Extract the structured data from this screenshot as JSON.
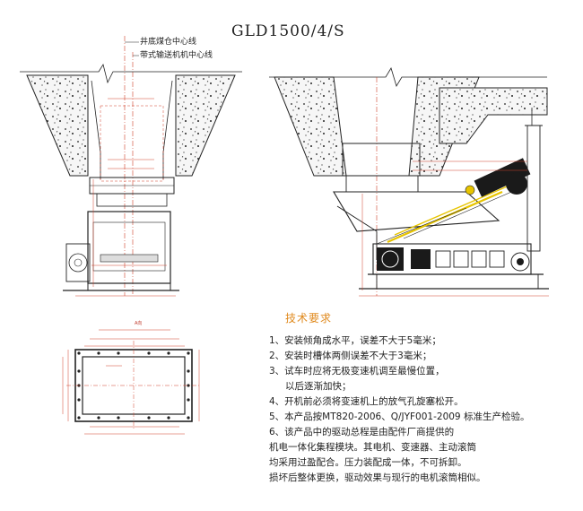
{
  "title": "GLD1500/4/S",
  "labels": {
    "bin_center": "井底煤仓中心线",
    "conveyor_center": "带式输送机机中心线",
    "view_a": "A向"
  },
  "requirements_title": "技术要求",
  "requirements": [
    "1、安装倾角成水平，误差不大于5毫米；",
    "2、安装时槽体两侧误差不大于3毫米；",
    "3、试车时应将无极变速机调至最慢位置，",
    "以后逐渐加快；",
    "4、开机前必须将变速机上的放气孔旋塞松开。",
    "5、本产品按MT820-2006、Q/JYF001-2009 标准生产检验。",
    "6、该产品中的驱动总程是由配件厂商提供的",
    "机电一体化集程模块。其电机、变速器、主动滚筒",
    "均采用过盈配合。压力装配成一体，不可拆卸。",
    "损坏后整体更换，驱动效果与现行的电机滚筒相似。"
  ],
  "colors": {
    "line": "#1a1a1a",
    "dimension": "#d0402a",
    "yellow": "#e7c400",
    "concrete_fill": "#f3f3f3",
    "accent_title": "#e08a1e"
  }
}
